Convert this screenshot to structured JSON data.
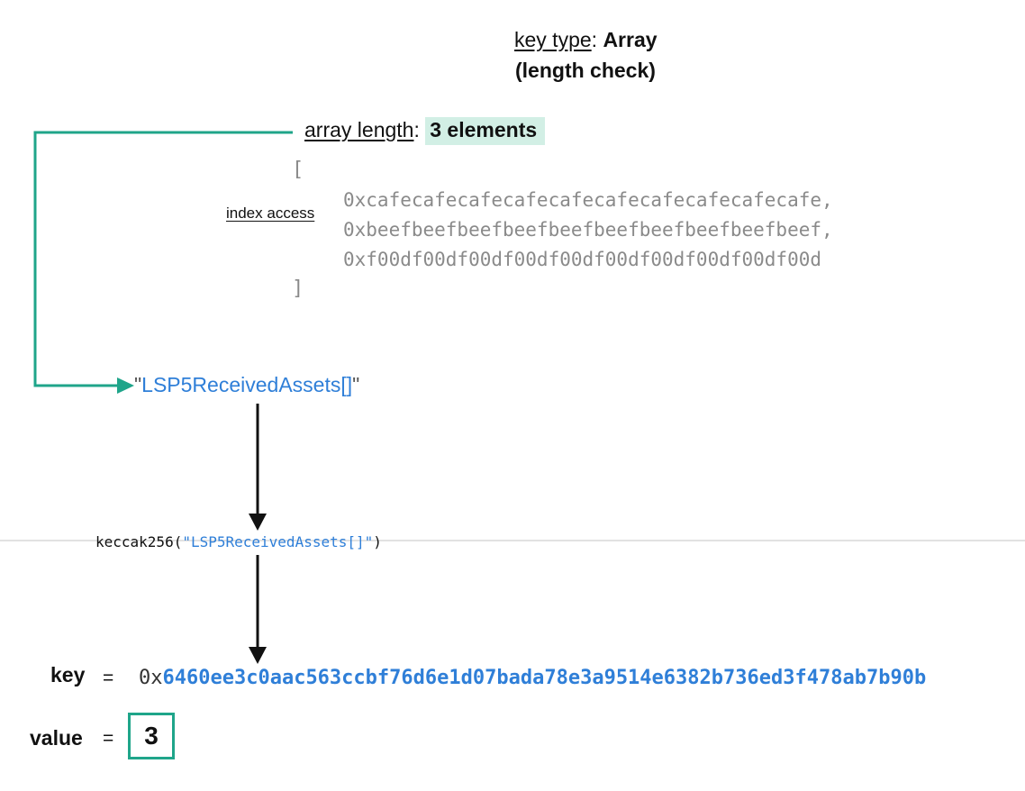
{
  "header": {
    "key_type_label": "key type",
    "key_type_sep": ": ",
    "key_type_value": "Array",
    "key_type_sub": "(length check)"
  },
  "array": {
    "length_label": "array length",
    "length_sep": ": ",
    "length_value": "3 elements",
    "open_bracket": "[",
    "close_bracket": "]",
    "index_access_label": "index access",
    "elements": [
      "0xcafecafecafecafecafecafecafecafecafecafe,",
      "0xbeefbeefbeefbeefbeefbeefbeefbeefbeefbeef,",
      "0xf00df00df00df00df00df00df00df00df00df00d"
    ]
  },
  "key_name": {
    "quote": "\"",
    "text": "LSP5ReceivedAssets[]"
  },
  "hash_step": {
    "fn_open": "keccak256(",
    "quote": "\"",
    "arg": "LSP5ReceivedAssets[]",
    "fn_close": ")"
  },
  "result": {
    "key_label": "key",
    "value_label": "value",
    "equals": "=",
    "key_prefix": "0x",
    "key_hash": "6460ee3c0aac563ccbf76d6e1d07bada78e3a9514e6382b736ed3f478ab7b90b",
    "value": "3"
  },
  "colors": {
    "teal": "#1fa58a",
    "blue": "#2f7fd8",
    "badge_bg": "#d2efe5",
    "grey_text": "#8a8a8a"
  }
}
